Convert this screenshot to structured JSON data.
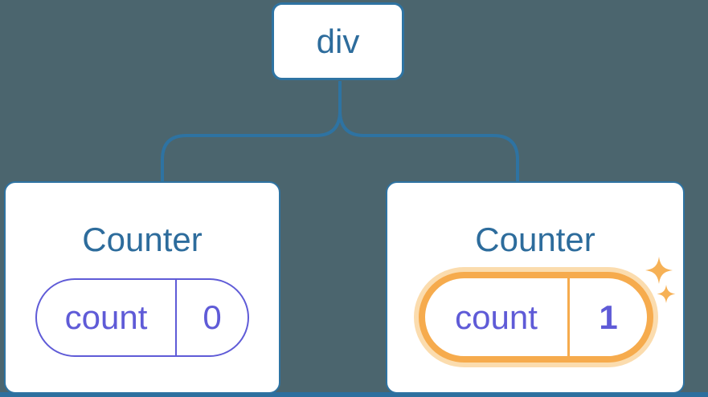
{
  "tree": {
    "root": {
      "label": "div"
    },
    "children": [
      {
        "title": "Counter",
        "state": {
          "label": "count",
          "value": "0"
        },
        "highlighted": false
      },
      {
        "title": "Counter",
        "state": {
          "label": "count",
          "value": "1"
        },
        "highlighted": true
      }
    ]
  },
  "icons": {
    "sparkles": "✦"
  },
  "colors": {
    "background": "#4b656e",
    "line_blue": "#2e73a2",
    "text_blue": "#2d6c9c",
    "state_purple": "#5f5bd7",
    "highlight_orange": "#f6ab4d",
    "highlight_glow": "#fbdcae",
    "node_fill": "#ffffff"
  }
}
